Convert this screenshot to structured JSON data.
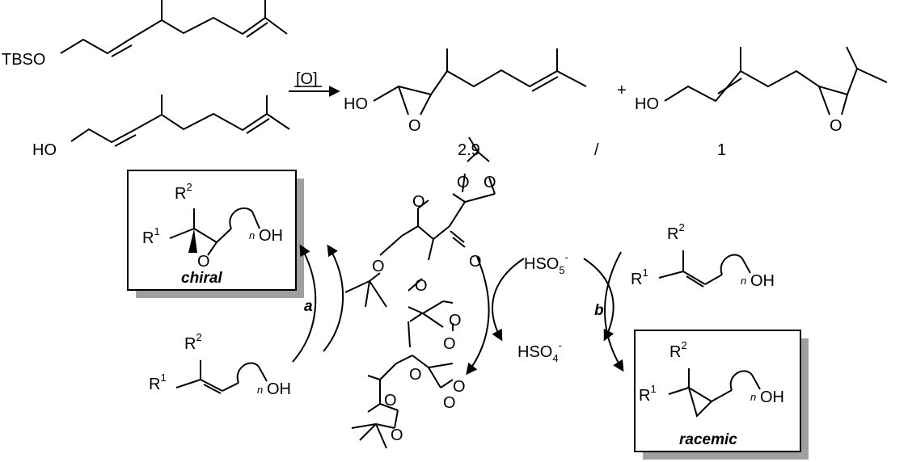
{
  "reactants": {
    "tbs_label": "TBSO",
    "oh_label": "HO",
    "reagent": "[O]"
  },
  "products": {
    "p1_oh": "HO",
    "p1_o": "O",
    "plus": "+",
    "p2_oh": "HO",
    "p2_o": "O",
    "ratio_left": "2.9",
    "ratio_sep": "/",
    "ratio_right": "1"
  },
  "cycle": {
    "path_a": "a",
    "path_b": "b",
    "oxone": "HSO",
    "oxone_sub": "5",
    "oxone_sup": "-",
    "sulfate": "HSO",
    "sulfate_sub": "4",
    "sulfate_sup": "-"
  },
  "generic": {
    "R": "R",
    "sup1": "1",
    "sup2": "2",
    "n": "n",
    "OH": "OH",
    "O": "O"
  },
  "boxes": {
    "chiral": "chiral",
    "racemic": "racemic"
  },
  "colors": {
    "line": "#000000",
    "box_shadow": "#a0a0a0",
    "background": "#ffffff"
  }
}
